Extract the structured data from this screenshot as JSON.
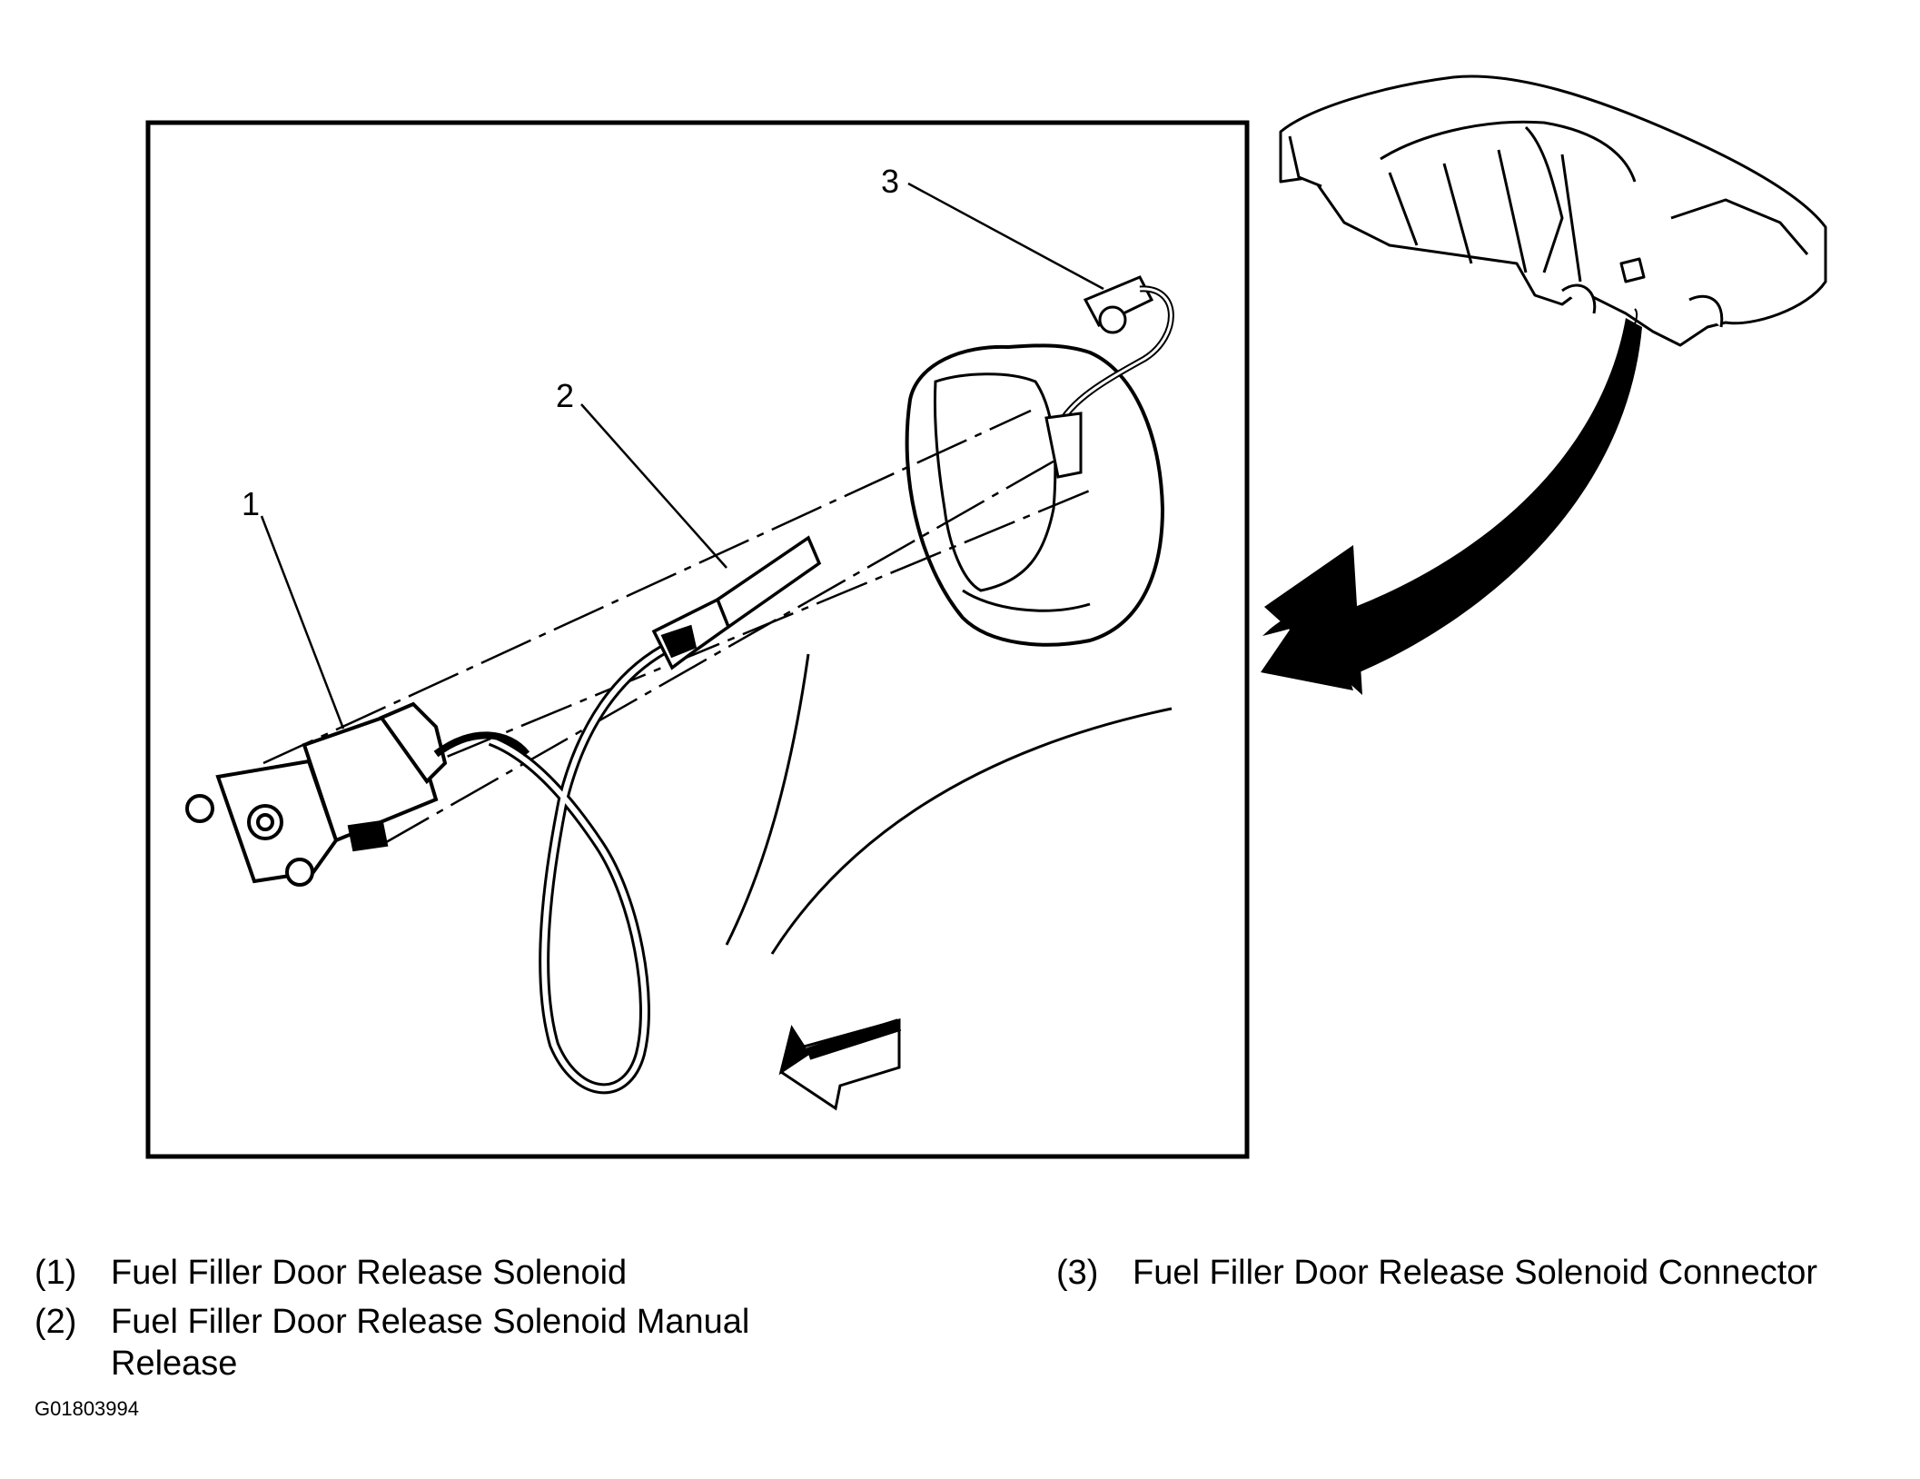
{
  "callouts": [
    {
      "id": "1",
      "label": "1"
    },
    {
      "id": "2",
      "label": "2"
    },
    {
      "id": "3",
      "label": "3"
    }
  ],
  "legend": [
    {
      "num": "(1)",
      "text": "Fuel Filler Door Release Solenoid"
    },
    {
      "num": "(2)",
      "text_line1": "Fuel Filler Door Release Solenoid Manual",
      "text_line2": "Release"
    },
    {
      "num": "(3)",
      "text": "Fuel Filler Door Release Solenoid Connector"
    }
  ],
  "figure_id": "G01803994"
}
